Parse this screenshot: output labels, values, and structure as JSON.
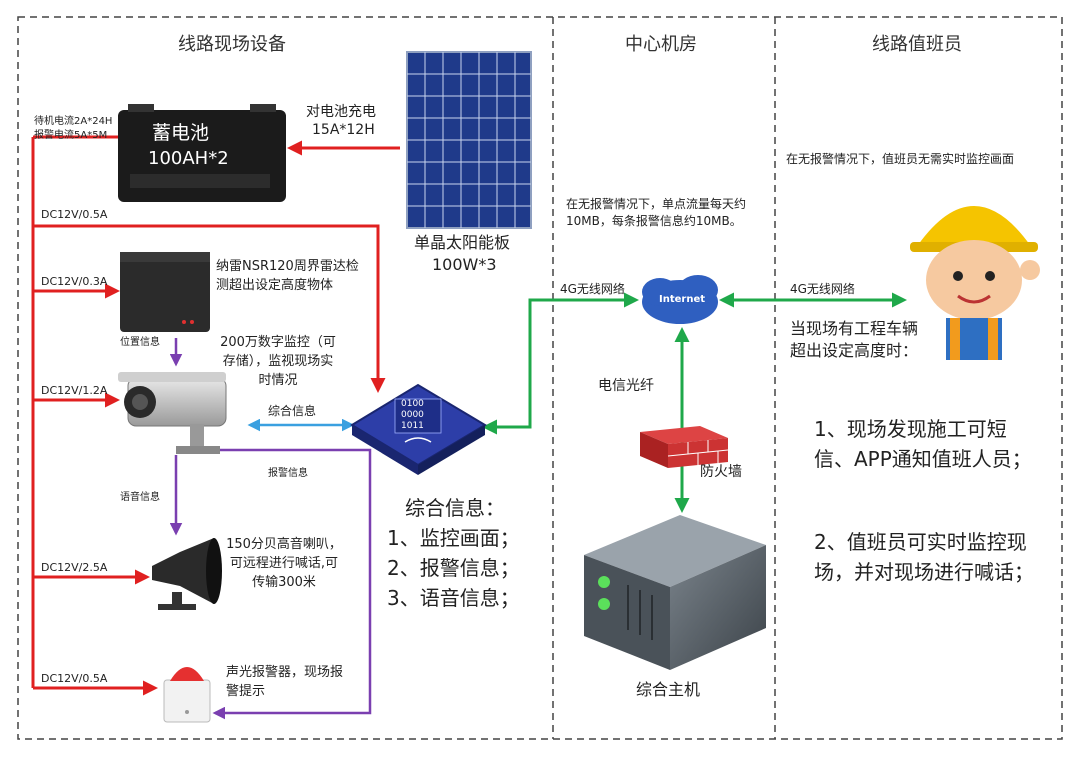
{
  "sections": {
    "field": "线路现场设备",
    "center": "中心机房",
    "staff": "线路值班员"
  },
  "battery": {
    "title": "蓄电池",
    "capacity": "100AH*2",
    "standby": "待机电流2A*24H",
    "alarm": "报警电流5A*5M"
  },
  "solar": {
    "charge_line1": "对电池充电",
    "charge_line2": "15A*12H",
    "name": "单晶太阳能板",
    "power": "100W*3"
  },
  "power_lines": {
    "top": "DC12V/0.5A",
    "radar": "DC12V/0.3A",
    "camera": "DC12V/1.2A",
    "speaker": "DC12V/2.5A",
    "alarm": "DC12V/0.5A"
  },
  "radar": {
    "desc": "纳雷NSR120周界雷达检测超出设定高度物体",
    "position_info": "位置信息"
  },
  "camera": {
    "desc": "200万数字监控（可存储），监视现场实时情况",
    "integrated_info": "综合信息",
    "alarm_info": "报警信息",
    "voice_info": "语音信息"
  },
  "gateway": {
    "bits": [
      "0100",
      "0000",
      "1011"
    ]
  },
  "speaker": {
    "desc": "150分贝高音喇叭，可远程进行喊话,可传输300米"
  },
  "alarm_light": {
    "desc": "声光报警器，现场报警提示"
  },
  "summary": {
    "title": "综合信息：",
    "items": [
      "1、监控画面；",
      "2、报警信息；",
      "3、语音信息；"
    ]
  },
  "network": {
    "left_label": "4G无线网络",
    "right_label": "4G无线网络",
    "cloud": "Internet",
    "traffic_note": "在无报警情况下，单点流量每天约10MB，每条报警信息约10MB。",
    "fiber": "电信光纤",
    "firewall": "防火墙",
    "host": "综合主机"
  },
  "staff": {
    "no_alarm_note": "在无报警情况下，值班员无需实时监控画面",
    "condition": "当现场有工程车辆超出设定高度时：",
    "action1": "1、现场发现施工可短信、APP通知值班人员；",
    "action2": "2、值班员可实时监控现场，并对现场进行喊话；"
  },
  "colors": {
    "power": "#e02020",
    "data": "#7a3fb0",
    "link": "#3aa0e0",
    "network": "#1fa84a"
  }
}
